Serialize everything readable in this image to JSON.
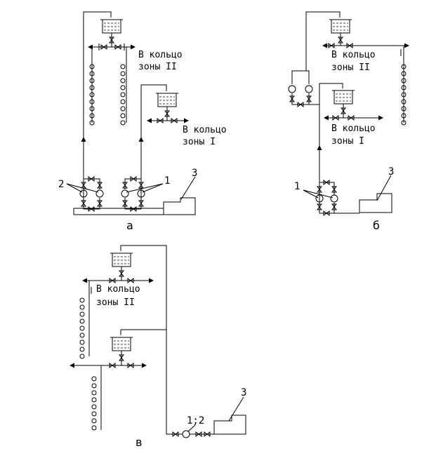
{
  "diagrams": {
    "a": {
      "caption": "а",
      "zone2_line1": "В кольцо",
      "zone2_line2": "зоны II",
      "zone1_line1": "В кольцо",
      "zone1_line2": "зоны I",
      "callout_pumps_left": "2",
      "callout_pumps_right": "1",
      "callout_tank": "3"
    },
    "b": {
      "caption": "б",
      "zone2_line1": "В кольцо",
      "zone2_line2": "зоны II",
      "zone1_line1": "В кольцо",
      "zone1_line2": "зоны I",
      "callout_pumps": "1",
      "callout_tank": "3"
    },
    "c": {
      "caption": "в",
      "zone2_line1": "В кольцо",
      "zone2_line2": "зоны II",
      "callout_pump": "1;2",
      "callout_tank": "3"
    }
  }
}
